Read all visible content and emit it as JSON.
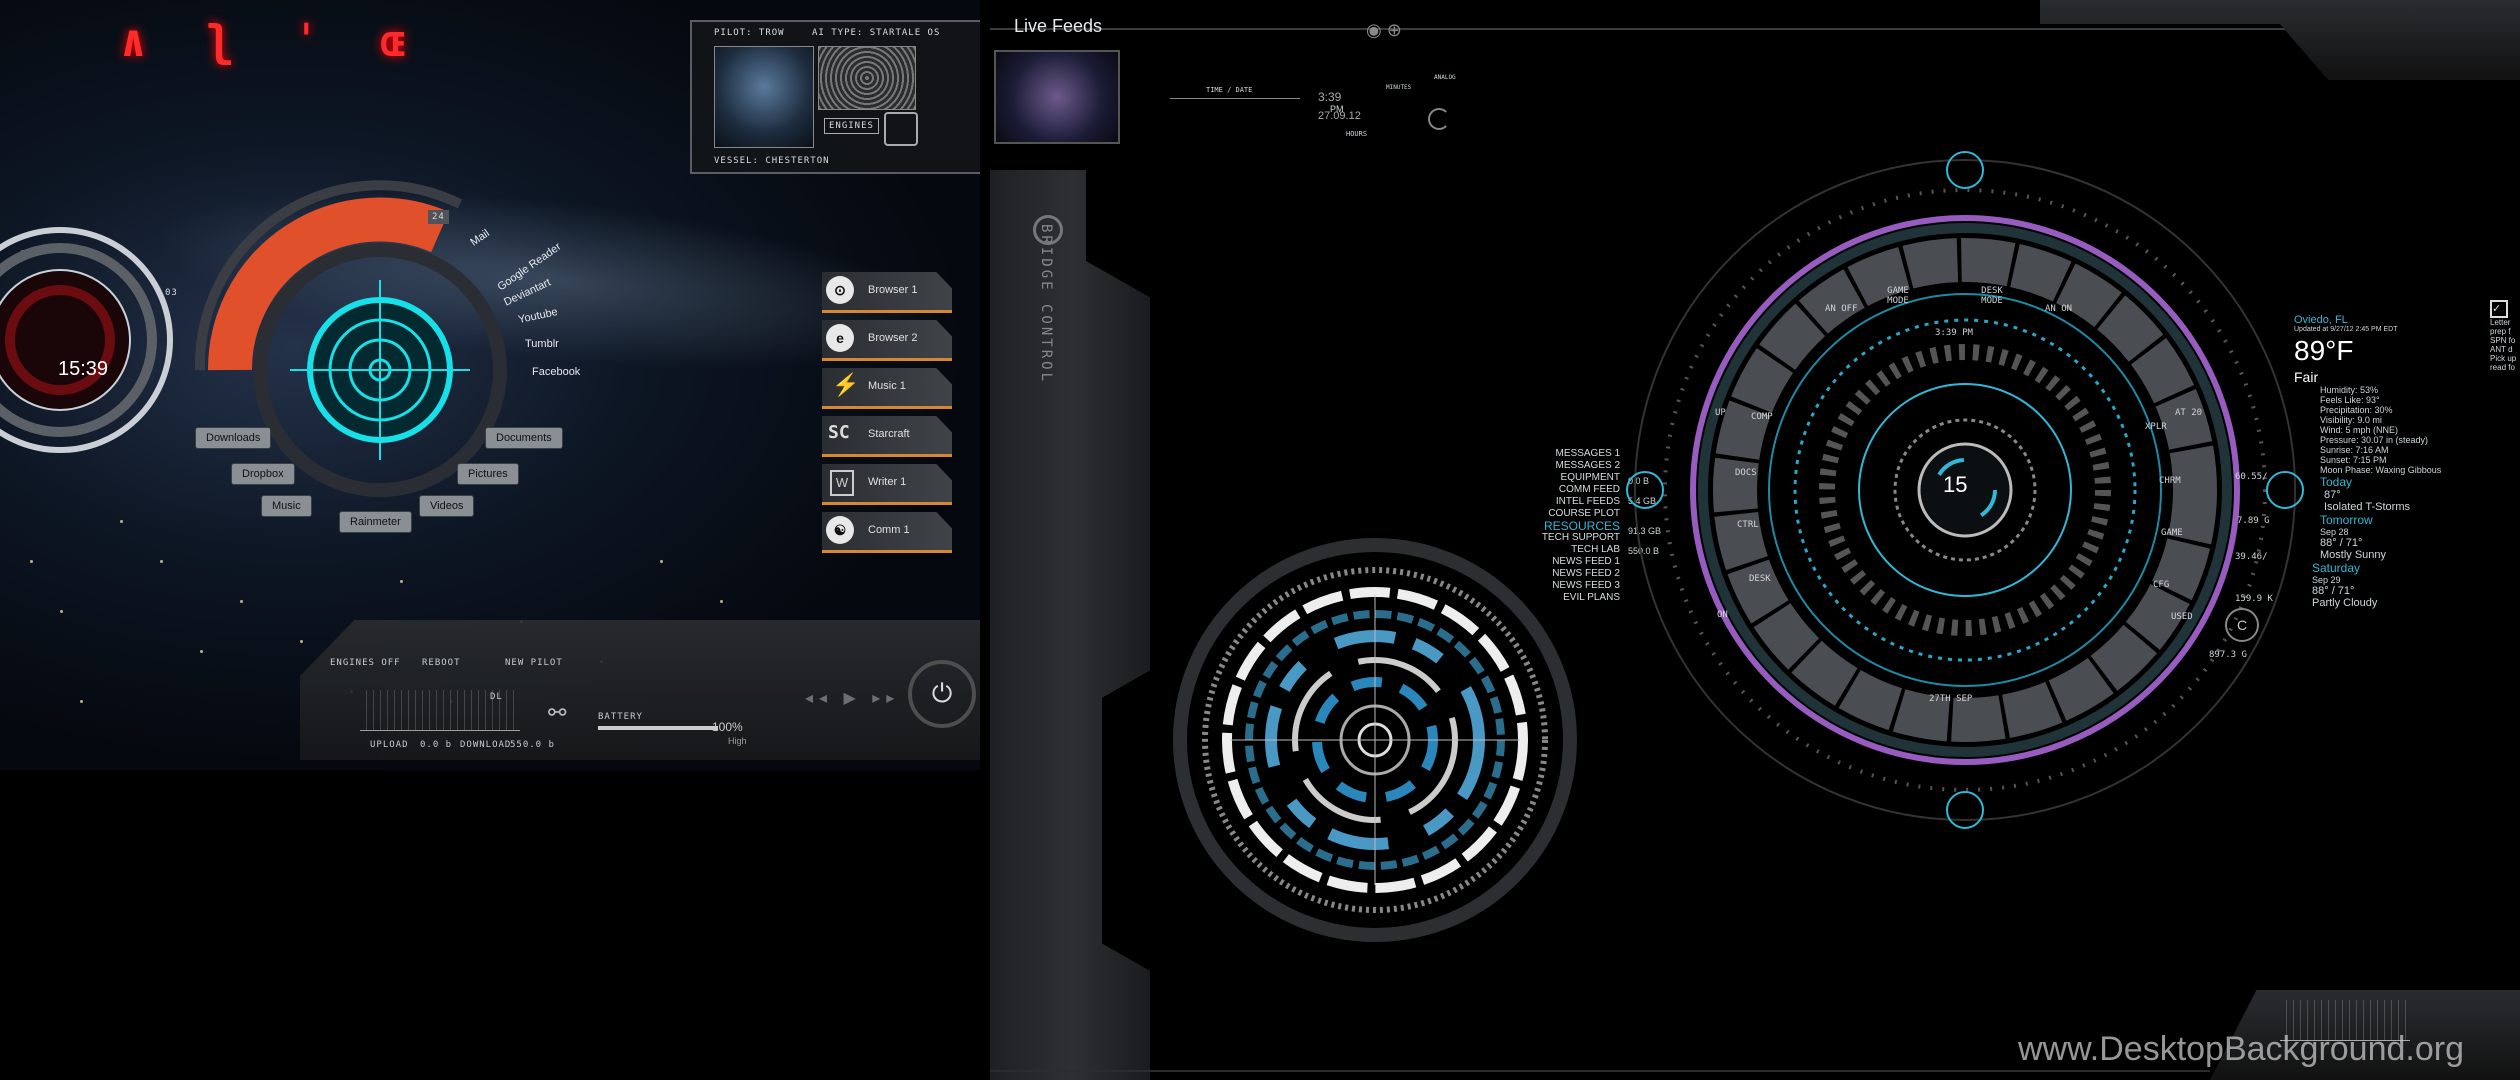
{
  "left_screen": {
    "red_glyphs": [
      "∧",
      "ʅ",
      "ˈ",
      "ɶ"
    ],
    "clock": {
      "time": "15:39",
      "badge": "03"
    },
    "day_badge": "24",
    "top_panel": {
      "pilot": "PILOT: TROW",
      "ai_type": "AI TYPE: STARTALE OS",
      "engines": "ENGINES",
      "vessel": "VESSEL: CHESTERTON"
    },
    "link_list": [
      "Mail",
      "Google Reader",
      "Deviantart",
      "Youtube",
      "Tumblr",
      "Facebook"
    ],
    "folders": [
      "Downloads",
      "Dropbox",
      "Music",
      "Rainmeter",
      "Videos",
      "Pictures",
      "Documents"
    ],
    "dock": [
      {
        "label": "Browser 1",
        "icon": "chrome-icon"
      },
      {
        "label": "Browser 2",
        "icon": "ie-icon"
      },
      {
        "label": "Music 1",
        "icon": "winamp-icon"
      },
      {
        "label": "Starcraft",
        "icon": "starcraft-icon"
      },
      {
        "label": "Writer 1",
        "icon": "writer-icon"
      },
      {
        "label": "Comm 1",
        "icon": "yinyang-icon"
      }
    ],
    "bottom_bar": {
      "engines_off": "ENGINES OFF",
      "reboot": "REBOOT",
      "new_pilot": "NEW PILOT",
      "upload": "UPLOAD",
      "download": "DOWNLOAD",
      "battery_label": "BATTERY",
      "battery_value": "100%",
      "battery_status": "High",
      "dl": "DL",
      "ul_val": "0.0 b",
      "dl_val": "550.0 b",
      "battery_level": 1.0
    }
  },
  "right_screen": {
    "live_feeds_title": "Live Feeds",
    "bridge_control": "BRIDGE CONTROL",
    "time_date": {
      "label": "TIME / DATE",
      "time": "3:39",
      "ampm": "PM",
      "date": "27.09.12",
      "hours": "HOURS",
      "minutes": "MINUTES",
      "analog": "ANALOG"
    },
    "nav_items": [
      "MESSAGES 1",
      "MESSAGES 2",
      "EQUIPMENT",
      "COMM FEED",
      "INTEL FEEDS",
      "COURSE PLOT",
      "RESOURCES",
      "TECH SUPPORT",
      "TECH LAB",
      "NEWS FEED 1",
      "NEWS FEED 2",
      "NEWS FEED 3",
      "EVIL PLANS"
    ],
    "nav_values": [
      "0.0 B",
      "5.4 GB",
      "91.3 GB",
      "550.0 B"
    ],
    "big_dial": {
      "center": "15",
      "top_buttons": [
        "AN OFF",
        "GAME MODE",
        "DESK MODE",
        "AN ON"
      ],
      "time": "3:39 PM",
      "date": "27TH SEP",
      "left_buttons": [
        "UP",
        "COMP",
        "DOCS",
        "CTRL",
        "DESK",
        "ON"
      ],
      "right_buttons": [
        "AT 20",
        "XPLR",
        "CHRM",
        "GAME",
        "CFG",
        "USED"
      ],
      "right_values": [
        "60.55/",
        "7.89 G",
        "39.46/",
        "159.9 K",
        "897.3 G"
      ]
    },
    "weather": {
      "location": "Oviedo, FL",
      "updated": "Updated at 9/27/12 2:45 PM EDT",
      "temp": "89°F",
      "condition": "Fair",
      "details": [
        "Humidity: 53%",
        "Feels Like: 93°",
        "Precipitation: 30%",
        "Visibility: 9.0 mi",
        "Wind: 5 mph (NNE)",
        "Pressure: 30.07 in (steady)",
        "Sunrise: 7:16 AM",
        "Sunset: 7:15 PM",
        "Moon Phase: Waxing Gibbous"
      ],
      "today_label": "Today",
      "today_temp": "87°",
      "today_cond": "Isolated T-Storms",
      "tomorrow_label": "Tomorrow",
      "tomorrow_date": "Sep 28",
      "tomorrow_temp": "88° / 71°",
      "tomorrow_cond": "Mostly Sunny",
      "saturday_label": "Saturday",
      "saturday_date": "Sep 29",
      "saturday_temp": "88° / 71°",
      "saturday_cond": "Partly Cloudy"
    },
    "notes_partial": [
      "Letter",
      "prep f",
      "SPN fo",
      "ANT d",
      "Pick up",
      "read fo"
    ]
  },
  "watermark": "www.DesktopBackground.org"
}
